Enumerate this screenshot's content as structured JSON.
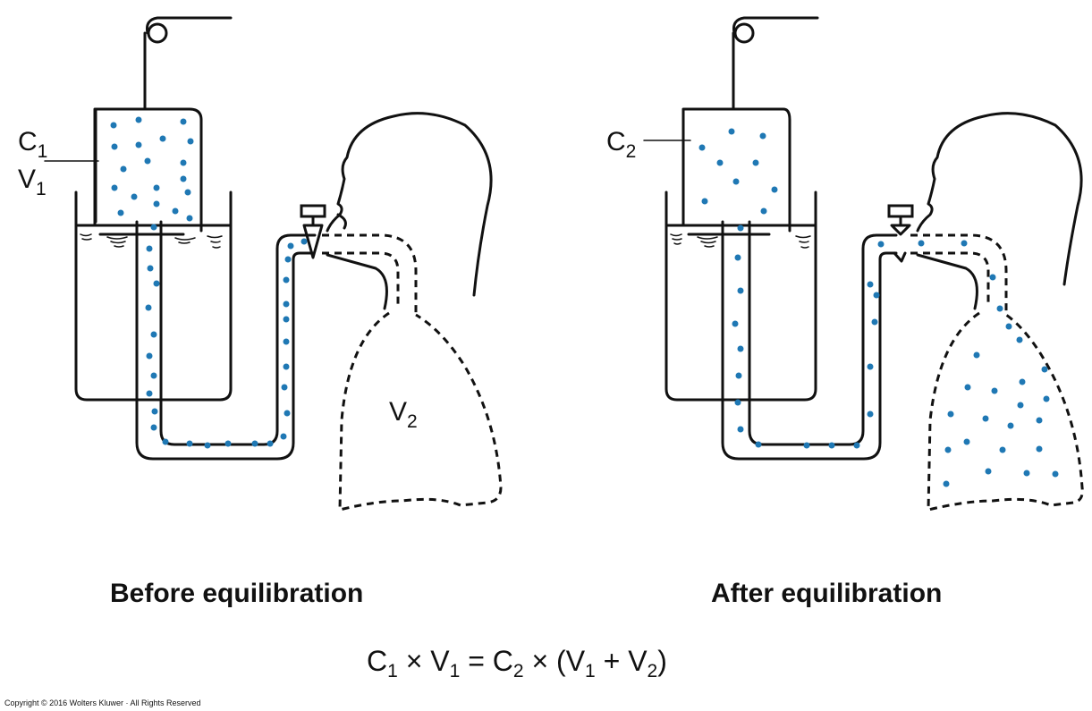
{
  "labels": {
    "c1_base": "C",
    "c1_sub": "1",
    "v1_base": "V",
    "v1_sub": "1",
    "c2_base": "C",
    "c2_sub": "2",
    "v2_base": "V",
    "v2_sub": "2"
  },
  "captions": {
    "before": "Before equilibration",
    "after": "After equilibration"
  },
  "equation": {
    "c": "C",
    "v": "V",
    "s1": "1",
    "s2": "2",
    "times": " × ",
    "equals": " = ",
    "open_paren": " (",
    "plus": " + ",
    "close_paren": ")"
  },
  "copyright": "Copyright © 2016 Wolters Kluwer · All Rights Reserved",
  "colors": {
    "particle": "#1f78b4",
    "line": "#111111",
    "background": "#ffffff"
  }
}
